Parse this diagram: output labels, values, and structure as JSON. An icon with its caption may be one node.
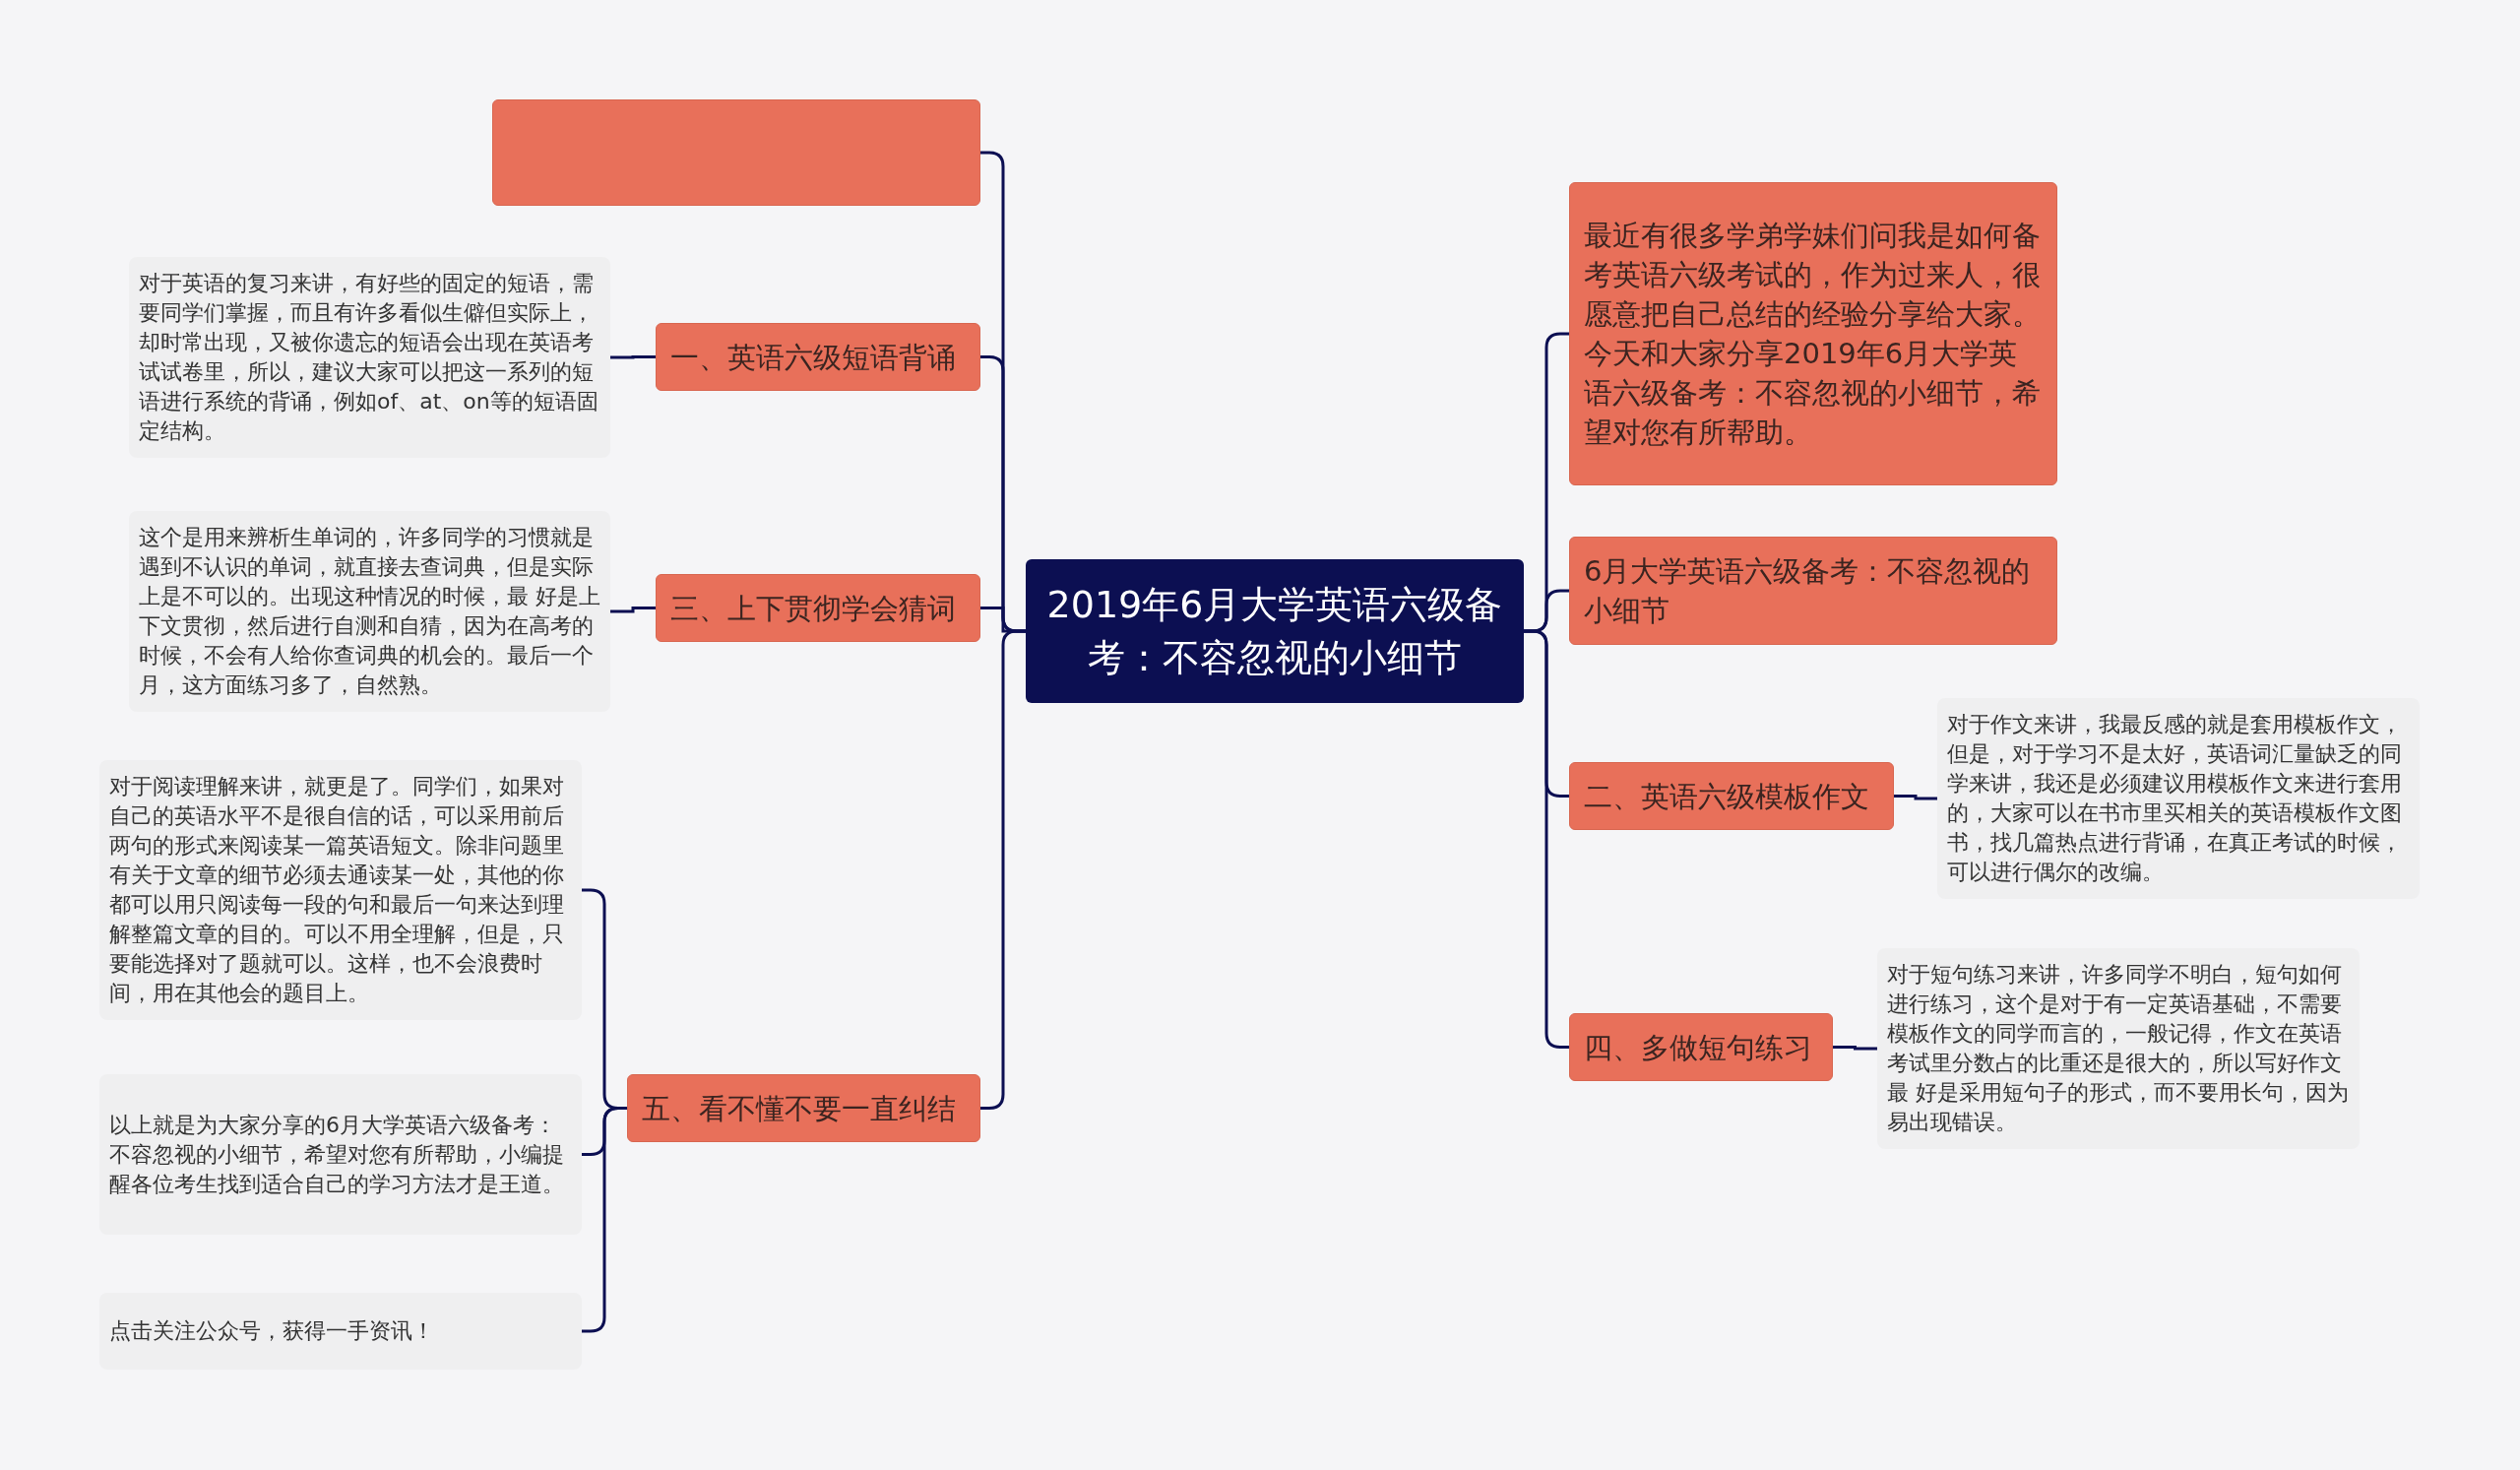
{
  "diagram": {
    "nodes": [
      {
        "text": [
          "2019年6月大学英语六级备考：不容忽视的小细节"
        ]
      },
      {
        "text": [],
        "shape": "box"
      },
      {
        "text": [
          "一、英语六级短语背诵"
        ]
      },
      {
        "text": [
          "对于英语的复习来讲，有好些的固定的短语，需要同学们掌握，而且有许多看似生僻但实际上，却时常出现，又被你遗忘的短语会出现在英语考试试卷里，所以，建议大家可以把这一系列的短语进行系统的背诵，例如of、at、on等的短语固定结构。"
        ]
      },
      {
        "text": [
          "三、上下贯彻学会猜词"
        ]
      },
      {
        "text": [
          "这个是用来辨析生单词的，许多同学的习惯就是遇到不认识的单词，就直接去查词典，但是实际上是不可以的。出现这种情况的时候，最 好是上下文贯彻，然后进行自测和自猜，因为在高考的时候，不会有人给你查词典的机会的。最后一个月，这方面练习多了，自然熟。"
        ]
      },
      {
        "text": [
          "五、看不懂不要一直纠结"
        ]
      },
      {
        "text": [
          "对于阅读理解来讲，就更是了。同学们，如果对自己的英语水平不是很自信的话，可以采用前后两句的形式来阅读某一篇英语短文。除非问题里有关于文章的细节必须去通读某一处，其他的你都可以用只阅读每一段的句和最后一句来达到理解整篇文章的目的。可以不用全理解，但是，只要能选择对了题就可以。这样，也不会浪费时间，用在其他会的题目上。"
        ]
      },
      {
        "text": [
          "以上就是为大家分享的6月大学英语六级备考：不容忽视的小细节，希望对您有所帮助，小编提醒各位考生找到适合自己的学习方法才是王道。"
        ]
      },
      {
        "text": [
          "点击关注公众号，获得一手资讯！"
        ]
      },
      {
        "text": [
          "最近有很多学弟学妹们问我是如何备考英语六级考试的，作为过来人，很愿意把自己总结的经验分享给大家。今天和大家分享2019年6月大学英语六级备考：不容忽视的小细节，希望对您有所帮助。"
        ]
      },
      {
        "text": [
          "6月大学英语六级备考：不容忽视的小细节"
        ]
      },
      {
        "text": [
          "二、英语六级模板作文"
        ]
      },
      {
        "text": [
          "对于作文来讲，我最反感的就是套用模板作文，但是，对于学习不是太好，英语词汇量缺乏的同学来讲，我还是必须建议用模板作文来进行套用的，大家可以在书市里买相关的英语模板作文图书，找几篇热点进行背诵，在真正考试的时候，可以进行偶尔的改编。"
        ]
      },
      {
        "text": [
          "四、多做短句练习"
        ]
      },
      {
        "text": [
          "对于短句练习来讲，许多同学不明白，短句如何进行练习，这个是对于有一定英语基础，不需要模板作文的同学而言的，一般记得，作文在英语考试里分数占的比重还是很大的，所以写好作文最 好是采用短句子的形式，而不要用长句，因为易出现错误。"
        ]
      }
    ],
    "edges": [
      {
        "from": 0,
        "to": 1,
        "arrow": "none"
      },
      {
        "from": 0,
        "to": 2,
        "arrow": "none"
      },
      {
        "from": 2,
        "to": 3,
        "arrow": "none"
      },
      {
        "from": 0,
        "to": 4,
        "arrow": "none"
      },
      {
        "from": 4,
        "to": 5,
        "arrow": "none"
      },
      {
        "from": 0,
        "to": 6,
        "arrow": "none"
      },
      {
        "from": 6,
        "to": 7,
        "arrow": "none"
      },
      {
        "from": 6,
        "to": 8,
        "arrow": "none"
      },
      {
        "from": 6,
        "to": 9,
        "arrow": "none"
      },
      {
        "from": 0,
        "to": 10,
        "arrow": "none"
      },
      {
        "from": 0,
        "to": 11,
        "arrow": "none"
      },
      {
        "from": 0,
        "to": 12,
        "arrow": "none"
      },
      {
        "from": 12,
        "to": 13,
        "arrow": "none"
      },
      {
        "from": 0,
        "to": 14,
        "arrow": "none"
      },
      {
        "from": 14,
        "to": 15,
        "arrow": "none"
      }
    ]
  }
}
